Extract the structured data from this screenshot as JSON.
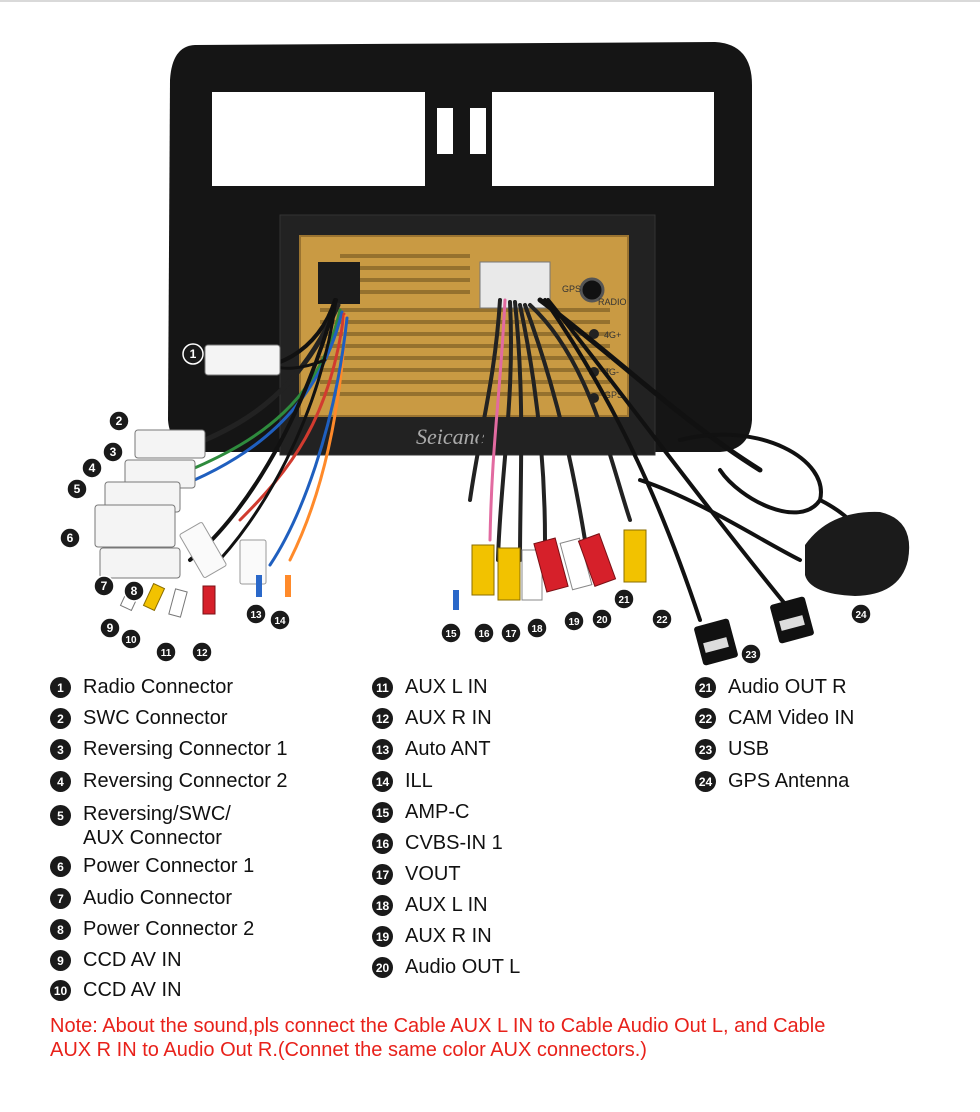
{
  "watermark": "Seicane",
  "unit_labels": {
    "gps": "GPS",
    "radio": "RADIO",
    "4g_plus": "4G+",
    "4g_minus": "4G-",
    "gps2": "GPS"
  },
  "legend": {
    "col1": [
      {
        "n": "1",
        "text": "Radio Connector"
      },
      {
        "n": "2",
        "text": "SWC Connector"
      },
      {
        "n": "3",
        "text": "Reversing Connector 1"
      },
      {
        "n": "4",
        "text": "Reversing Connector 2"
      },
      {
        "n": "5",
        "text": "Reversing/SWC/",
        "text2": "AUX Connector"
      },
      {
        "n": "6",
        "text": "Power Connector 1"
      },
      {
        "n": "7",
        "text": "Audio Connector"
      },
      {
        "n": "8",
        "text": "Power Connector 2"
      },
      {
        "n": "9",
        "text": "CCD AV IN"
      },
      {
        "n": "10",
        "text": "CCD AV IN"
      }
    ],
    "col2": [
      {
        "n": "11",
        "text": "AUX L IN"
      },
      {
        "n": "12",
        "text": "AUX R IN"
      },
      {
        "n": "13",
        "text": "Auto ANT"
      },
      {
        "n": "14",
        "text": "ILL"
      },
      {
        "n": "15",
        "text": "AMP-C"
      },
      {
        "n": "16",
        "text": "CVBS-IN 1"
      },
      {
        "n": "17",
        "text": "VOUT"
      },
      {
        "n": "18",
        "text": "AUX L IN"
      },
      {
        "n": "19",
        "text": "AUX R IN"
      },
      {
        "n": "20",
        "text": "Audio OUT L"
      }
    ],
    "col3": [
      {
        "n": "21",
        "text": "Audio OUT R"
      },
      {
        "n": "22",
        "text": "CAM Video IN"
      },
      {
        "n": "23",
        "text": "USB"
      },
      {
        "n": "24",
        "text": "GPS Antenna"
      }
    ]
  },
  "markers": [
    "1",
    "2",
    "3",
    "4",
    "5",
    "6",
    "7",
    "8",
    "9",
    "10",
    "11",
    "12",
    "13",
    "14",
    "15",
    "16",
    "17",
    "18",
    "19",
    "20",
    "21",
    "22",
    "23",
    "24"
  ],
  "note": {
    "line1": "Note: About the sound,pls connect the Cable AUX L IN to Cable Audio Out L, and Cable",
    "line2": "AUX R IN to  Audio Out R.(Connet the same color AUX connectors.)"
  },
  "colors": {
    "note": "#e8211a",
    "bezel": "#151515",
    "chassis": "#c99a43",
    "marker": "#1a1a1a"
  }
}
